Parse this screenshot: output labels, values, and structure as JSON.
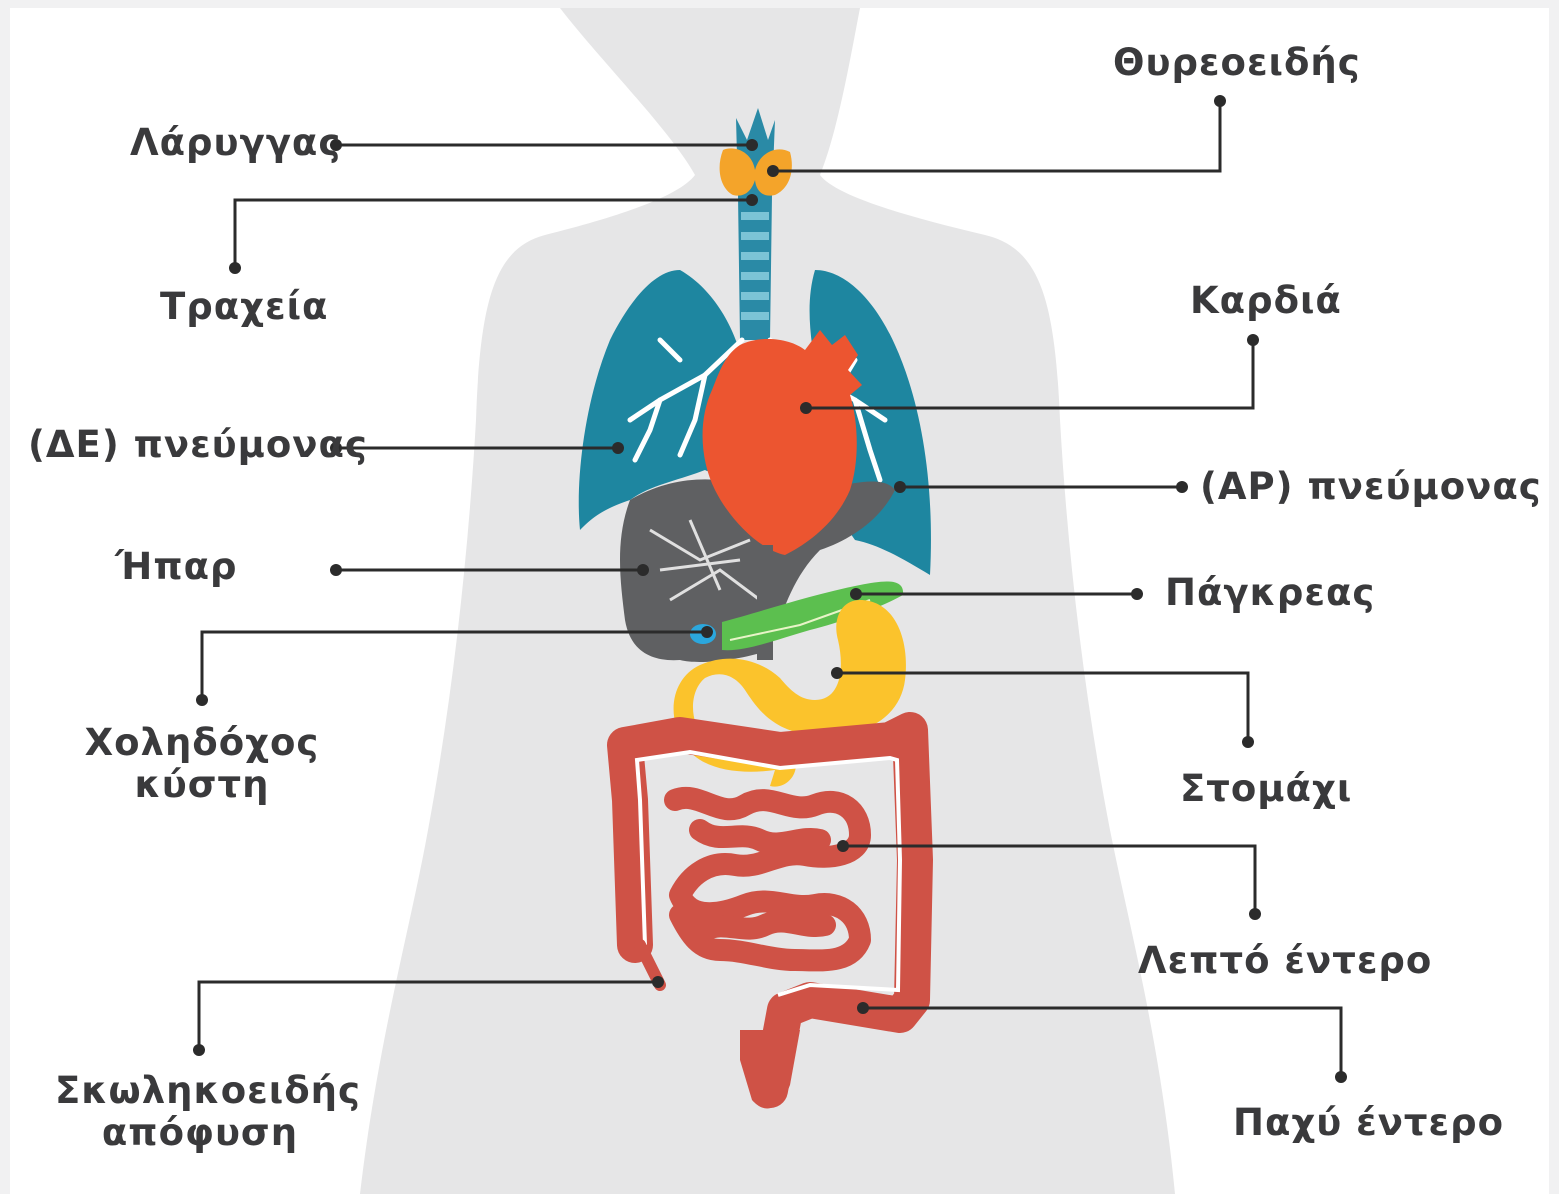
{
  "labels": {
    "thyroid": "Θυρεοειδής",
    "larynx": "Λάρυγγας",
    "trachea": "Τραχεία",
    "heart": "Καρδιά",
    "left_lung": "(ΔΕ) πνεύμονας",
    "right_lung": "(ΑΡ) πνεύμονας",
    "liver": "Ήπαρ",
    "pancreas": "Πάγκρεας",
    "gallbladder_line1": "Χοληδόχος",
    "gallbladder_line2": "κύστη",
    "stomach": "Στομάχι",
    "small_intestine": "Λεπτό έντερο",
    "appendix_line1": "Σκωληκοειδής",
    "appendix_line2": "απόφυση",
    "large_intestine": "Παχύ έντερο"
  },
  "colors": {
    "background": "#ffffff",
    "border": "#f1f1f2",
    "silhouette": "#e6e6e7",
    "lungs": "#1e86a0",
    "trachea": "#2a8aa6",
    "thyroid": "#f4a42a",
    "heart": "#ec5530",
    "liver": "#5f6062",
    "pancreas": "#5cbf4f",
    "stomach": "#fbc32c",
    "intestine": "#cf5246",
    "gallbladder": "#2ba7dd",
    "leader_line": "#2b2b2b",
    "text": "#3a3a3c"
  }
}
